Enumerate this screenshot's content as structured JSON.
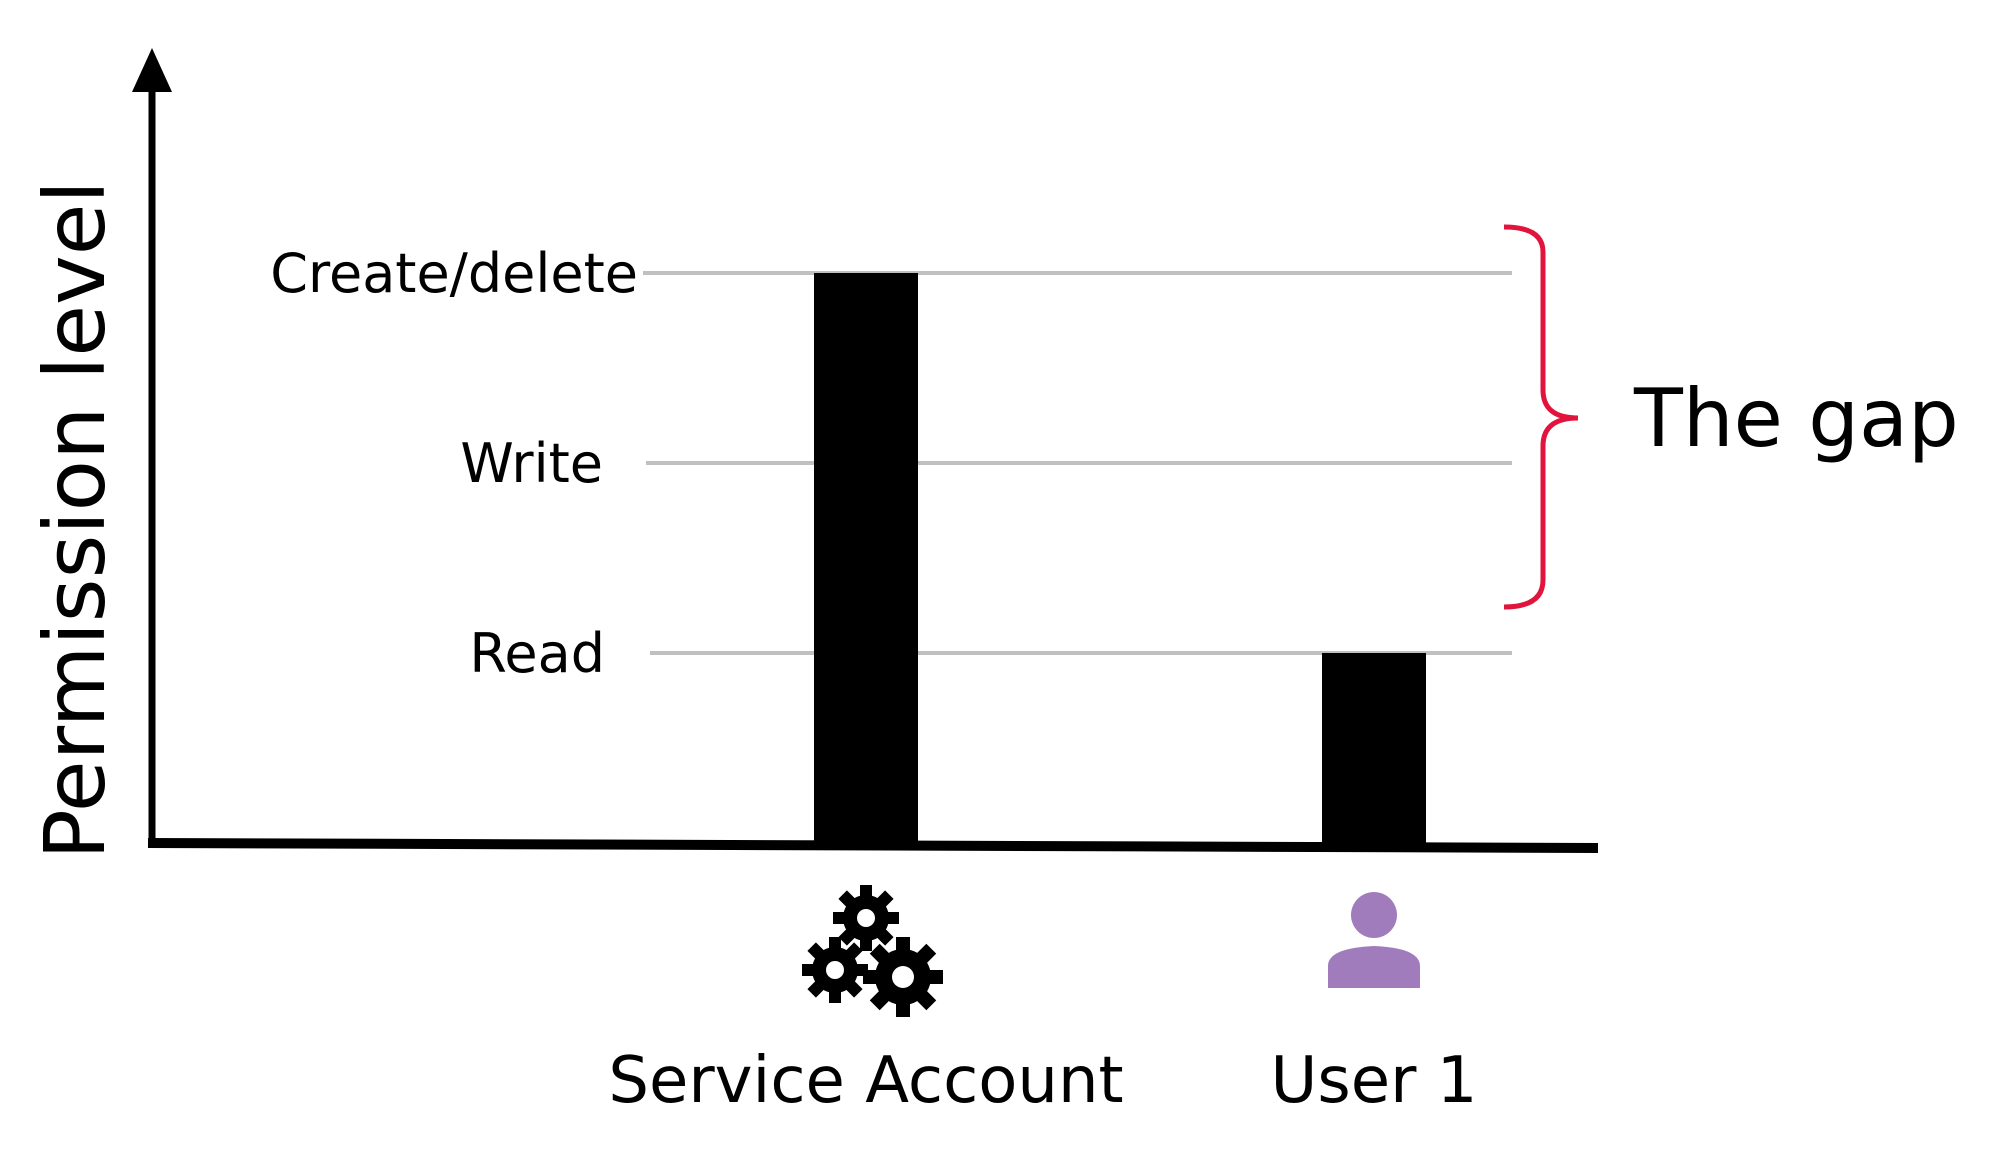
{
  "chart_data": {
    "type": "bar",
    "ylabel": "Permission level",
    "xlabel": "",
    "levels": [
      "Read",
      "Write",
      "Create/delete"
    ],
    "categories": [
      "Service Account",
      "User 1"
    ],
    "values": [
      "Create/delete",
      "Read"
    ],
    "value_indices": [
      3,
      1
    ],
    "category_icons": [
      "gears-icon",
      "user-icon"
    ],
    "annotation": {
      "text": "The gap",
      "from_level": "Read",
      "to_level": "Create/delete"
    },
    "grid": "horizontal lines at each permission level",
    "colors": {
      "bars": "#000000",
      "gridlines": "#c0c0c0",
      "brace": "#e0143c",
      "user_icon": "#a07cbc"
    }
  }
}
